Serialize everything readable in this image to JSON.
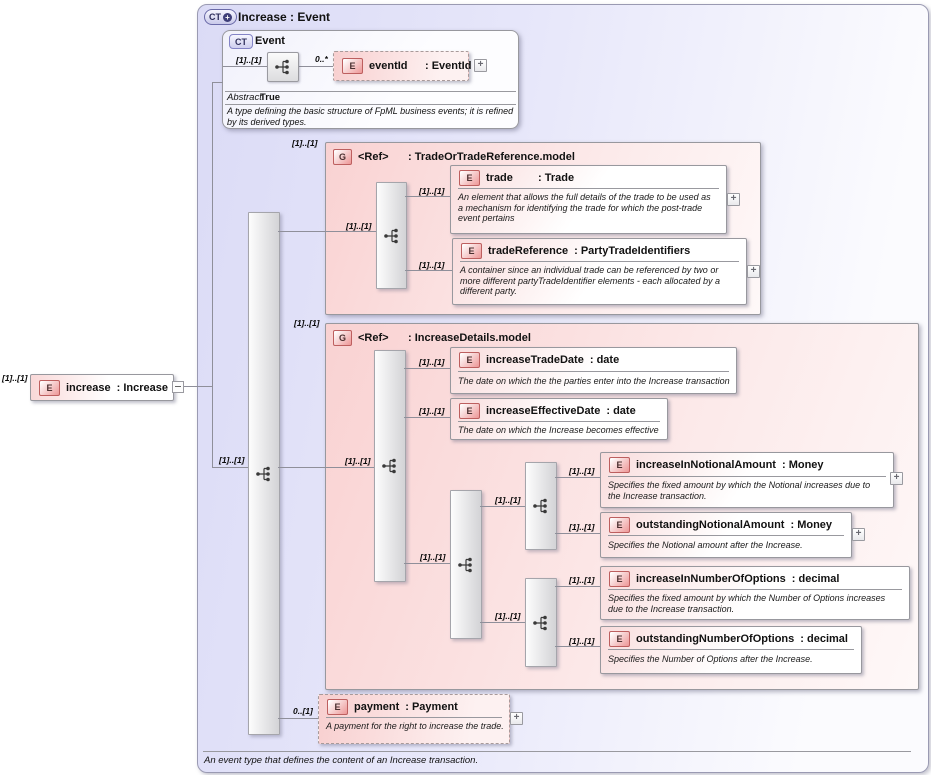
{
  "header": {
    "badge": "CT",
    "badge_plus": "+",
    "title": "Increase : Event"
  },
  "footer": "An event type that defines the content of an Increase transaction.",
  "event_base": {
    "badge": "CT",
    "title": "Event",
    "cardinality": "[1]..[1]",
    "abstract_label": "Abstract",
    "abstract_value": "True",
    "description": "A type defining the basic structure of FpML business events; it is refined by its derived types.",
    "event_id": {
      "cardinality": "0..*",
      "badge": "E",
      "name": "eventId",
      "type": ": EventId",
      "expand": "+"
    }
  },
  "increase": {
    "cardinality": "[1]..[1]",
    "badge": "E",
    "name": "increase",
    "type": ": Increase"
  },
  "main_sequence": {
    "cardinality": "[1]..[1]"
  },
  "trade_group": {
    "cardinality": "[1]..[1]",
    "badge": "G",
    "ref": "<Ref>",
    "type": ": TradeOrTradeReference.model",
    "choice_cardinality": "[1]..[1]",
    "trade": {
      "cardinality": "[1]..[1]",
      "badge": "E",
      "name": "trade",
      "type": ": Trade",
      "expand": "+",
      "description": "An element that allows the full details of the trade to be used as a mechanism for identifying the trade for which the post-trade event pertains"
    },
    "trade_reference": {
      "cardinality": "[1]..[1]",
      "badge": "E",
      "name": "tradeReference",
      "type": ": PartyTradeIdentifiers",
      "expand": "+",
      "description": "A container since an individual trade can be referenced by two or more different partyTradeIdentifier elements - each allocated by a different party."
    }
  },
  "details_group": {
    "cardinality": "[1]..[1]",
    "badge": "G",
    "ref": "<Ref>",
    "type": ": IncreaseDetails.model",
    "sequence_cardinality": "[1]..[1]",
    "choice_cardinality": "[1]..[1]",
    "increase_trade_date": {
      "cardinality": "[1]..[1]",
      "badge": "E",
      "name": "increaseTradeDate",
      "type": ": date",
      "description": "The date on which the the parties enter into the Increase transaction"
    },
    "increase_effective_date": {
      "cardinality": "[1]..[1]",
      "badge": "E",
      "name": "increaseEffectiveDate",
      "type": ": date",
      "description": "The date on which the Increase becomes effective"
    },
    "notional_branch": {
      "cardinality": "[1]..[1]",
      "increase_in_notional_amount": {
        "cardinality": "[1]..[1]",
        "badge": "E",
        "name": "increaseInNotionalAmount",
        "type": ": Money",
        "expand": "+",
        "description": "Specifies the fixed amount by which the Notional increases due to the Increase transaction."
      },
      "outstanding_notional_amount": {
        "cardinality": "[1]..[1]",
        "badge": "E",
        "name": "outstandingNotionalAmount",
        "type": ": Money",
        "expand": "+",
        "description": "Specifies the Notional amount after the Increase."
      }
    },
    "options_branch": {
      "cardinality": "[1]..[1]",
      "increase_in_number_of_options": {
        "cardinality": "[1]..[1]",
        "badge": "E",
        "name": "increaseInNumberOfOptions",
        "type": ": decimal",
        "description": "Specifies the fixed amount by which the Number of Options increases due to the Increase transaction."
      },
      "outstanding_number_of_options": {
        "cardinality": "[1]..[1]",
        "badge": "E",
        "name": "outstandingNumberOfOptions",
        "type": ": decimal",
        "description": "Specifies the Number of Options after the Increase."
      }
    }
  },
  "payment": {
    "cardinality": "0..[1]",
    "badge": "E",
    "name": "payment",
    "type": ": Payment",
    "expand": "+",
    "description": "A payment for the right to increase the trade."
  },
  "colors": {
    "container_fill": "#e2e2f8",
    "group_fill": "#f9d3d3",
    "element_fill": "#f9dcdc",
    "element_badge_fill": "#ee9c9c",
    "type_badge_fill": "#cfcfef",
    "border": "#98989e",
    "line": "#8f8f9a"
  }
}
